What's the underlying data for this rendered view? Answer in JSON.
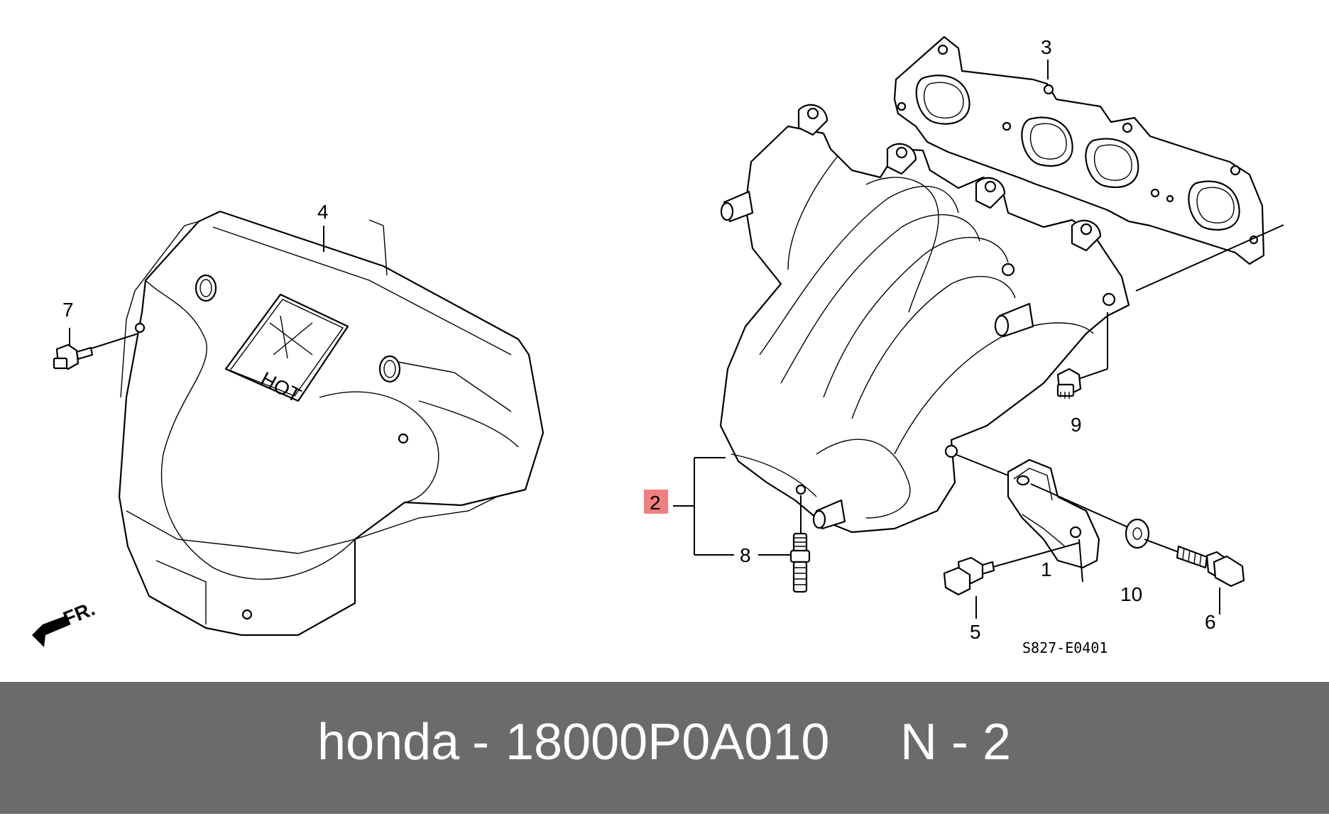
{
  "diagram": {
    "callouts": [
      "1",
      "2",
      "3",
      "4",
      "5",
      "6",
      "7",
      "8",
      "9",
      "10"
    ],
    "highlight_color": "#f08080",
    "part_code": "S827-E0401",
    "heat_label": "HOT",
    "direction_label": "FR."
  },
  "footer": {
    "brand": "honda",
    "separator": "-",
    "part_number": "18000P0A010",
    "position_label": "N - 2",
    "background": "#6b6b6b"
  }
}
